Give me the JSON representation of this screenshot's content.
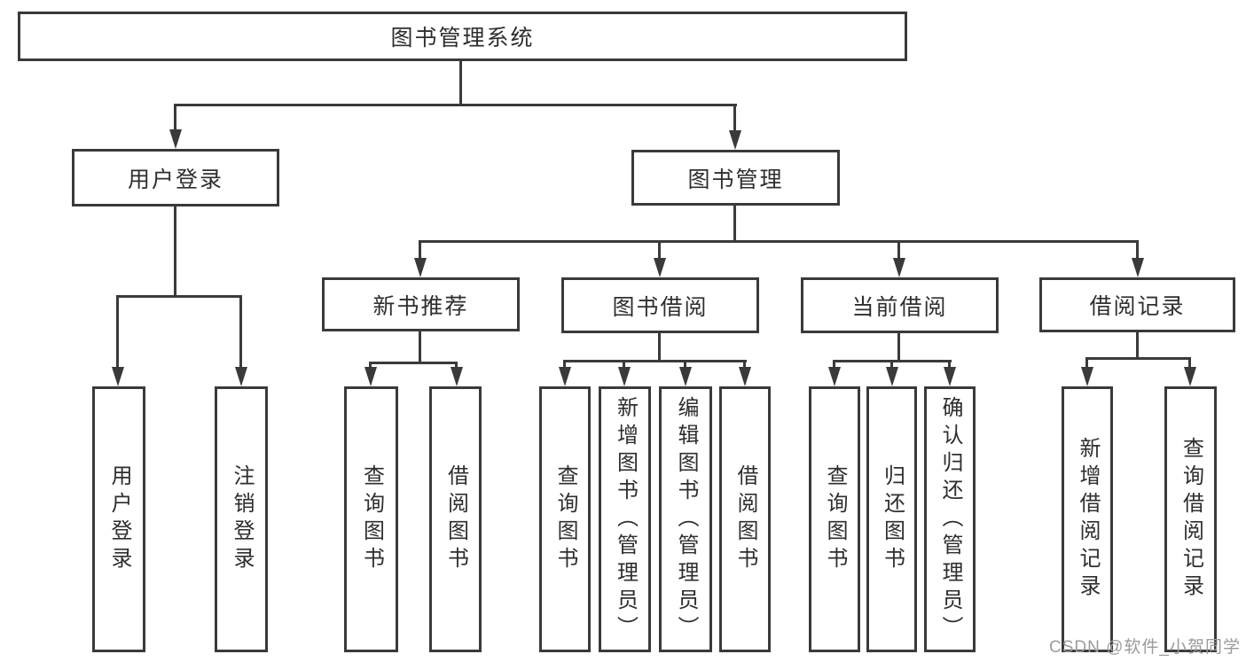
{
  "diagram": {
    "type": "hierarchy-tree",
    "title": "图书管理系统",
    "nodes": {
      "root": {
        "label": "图书管理系统"
      },
      "user_login": {
        "label": "用户登录"
      },
      "book_mgmt": {
        "label": "图书管理"
      },
      "new_book_rec": {
        "label": "新书推荐"
      },
      "book_borrow": {
        "label": "图书借阅"
      },
      "current_borrow": {
        "label": "当前借阅"
      },
      "borrow_records": {
        "label": "借阅记录"
      },
      "leaf_user_login": {
        "label": "用户登录"
      },
      "leaf_logout": {
        "label": "注销登录"
      },
      "leaf_query_book_1": {
        "label": "查询图书"
      },
      "leaf_borrow_book_1": {
        "label": "借阅图书"
      },
      "leaf_query_book_2": {
        "label": "查询图书"
      },
      "leaf_add_book": {
        "label": "新增图书（管理员）"
      },
      "leaf_edit_book": {
        "label": "编辑图书（管理员）"
      },
      "leaf_borrow_book_2": {
        "label": "借阅图书"
      },
      "leaf_query_book_3": {
        "label": "查询图书"
      },
      "leaf_return_book": {
        "label": "归还图书"
      },
      "leaf_confirm_return": {
        "label": "确认归还（管理员）"
      },
      "leaf_add_record": {
        "label": "新增借阅记录"
      },
      "leaf_query_record": {
        "label": "查询借阅记录"
      }
    },
    "structure": {
      "root": [
        "user_login",
        "book_mgmt"
      ],
      "user_login": [
        "leaf_user_login",
        "leaf_logout"
      ],
      "book_mgmt": [
        "new_book_rec",
        "book_borrow",
        "current_borrow",
        "borrow_records"
      ],
      "new_book_rec": [
        "leaf_query_book_1",
        "leaf_borrow_book_1"
      ],
      "book_borrow": [
        "leaf_query_book_2",
        "leaf_add_book",
        "leaf_edit_book",
        "leaf_borrow_book_2"
      ],
      "current_borrow": [
        "leaf_query_book_3",
        "leaf_return_book",
        "leaf_confirm_return"
      ],
      "borrow_records": [
        "leaf_add_record",
        "leaf_query_record"
      ]
    },
    "colors": {
      "line": "#3a3a3a",
      "text": "#2e2e2e",
      "box_fill": "#ffffff",
      "watermark": "#9b9b9b"
    }
  },
  "watermark": {
    "text": "CSDN @软件_小贺同学"
  }
}
